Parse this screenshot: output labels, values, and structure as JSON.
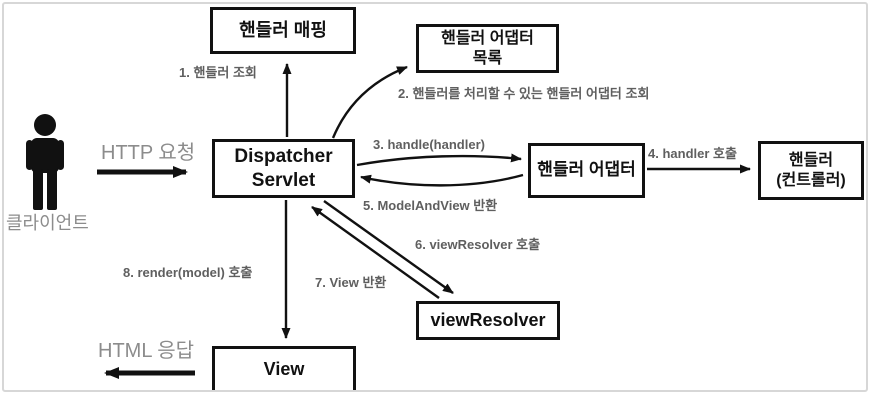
{
  "diagram": {
    "title_hint": "Spring MVC DispatcherServlet request flow",
    "colors": {
      "background": "#ffffff",
      "frame_border": "#d7d7d7",
      "box_border": "#111111",
      "box_text": "#111111",
      "arrow": "#111111",
      "step_label": "#5f5f5f",
      "flow_label": "#8c8c8c"
    },
    "boxes": {
      "handler_mapping": {
        "label": "핸들러 매핑"
      },
      "handler_adapter_list": {
        "label": "핸들러 어댑터\n목록"
      },
      "dispatcher_servlet": {
        "label": "Dispatcher\nServlet"
      },
      "handler_adapter": {
        "label": "핸들러 어댑터"
      },
      "handler_controller": {
        "label": "핸들러\n(컨트롤러)"
      },
      "view_resolver": {
        "label": "viewResolver"
      },
      "view": {
        "label": "View"
      }
    },
    "steps": {
      "step1": "1. 핸들러 조회",
      "step2": "2. 핸들러를 처리할 수 있는 핸들러 어댑터 조회",
      "step3": "3. handle(handler)",
      "step4": "4. handler 호출",
      "step5": "5. ModelAndView 반환",
      "step6": "6. viewResolver 호출",
      "step7": "7. View 반환",
      "step8": "8. render(model) 호출"
    },
    "client": {
      "label": "클라이언트"
    },
    "flows": {
      "http_request": "HTTP 요청",
      "html_response": "HTML 응답"
    }
  }
}
